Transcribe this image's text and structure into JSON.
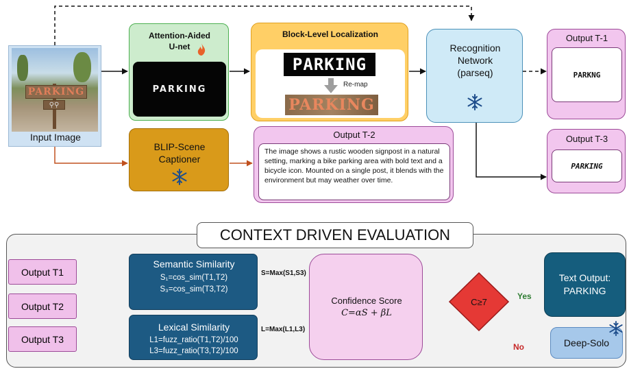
{
  "input": {
    "label": "Input Image",
    "sign_text": "PARKING"
  },
  "unet": {
    "title": "Attention-Aided\nU-net",
    "preview_text": "PARKING"
  },
  "block_localization": {
    "title": "Block-Level Localization",
    "top_text": "PARKING",
    "remap_label": "Re-map",
    "bottom_text": "PARKING"
  },
  "recognition": {
    "title": "Recognition\nNetwork\n(parseq)"
  },
  "output_t1": {
    "title": "Output T-1",
    "text": "PARKNG"
  },
  "output_t3": {
    "title": "Output T-3",
    "text": "PARKING"
  },
  "blip": {
    "title": "BLIP-Scene\nCaptioner"
  },
  "output_t2": {
    "title": "Output T-2",
    "text": "The image shows a rustic wooden signpost in a natural setting, marking a bike parking area with bold text and a bicycle icon. Mounted on a single post, it blends with the environment but may weather over time."
  },
  "evaluation": {
    "title": "CONTEXT DRIVEN EVALUATION",
    "outputs": [
      "Output T1",
      "Output T2",
      "Output T3"
    ],
    "semantic": {
      "title": "Semantic Similarity",
      "lines": [
        "S₁=cos_sim(T1,T2)",
        "S₃=cos_sim(T3,T2)"
      ]
    },
    "lexical": {
      "title": "Lexical Similarity",
      "lines": [
        "L1=fuzz_ratio(T1,T2)/100",
        "L3=fuzz_ratio(T3,T2)/100"
      ]
    },
    "s_formula": "S=Max(S1,S3)",
    "l_formula": "L=Max(L1,L3)",
    "confidence": {
      "title": "Confidence Score",
      "formula": "C=αS + βL"
    },
    "decision": "C≥7",
    "yes_label": "Yes",
    "no_label": "No",
    "text_output": "Text Output:\nPARKING",
    "deep_solo": "Deep-Solo"
  },
  "colors": {
    "green": "#2e7d32",
    "red": "#c62828",
    "orange_line": "#c0501e",
    "frozen_icon": "#1f4e8c",
    "fire_icon": "#e8622a"
  }
}
